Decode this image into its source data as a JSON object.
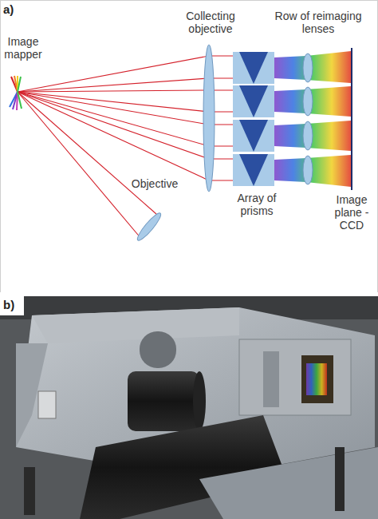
{
  "diagram": {
    "labels": [
      "a)",
      "Image mapper",
      "Collecting objective",
      "Row of reimaging lenses",
      "Array of prisms",
      "Image plane - CCD",
      "Objective",
      "b)"
    ]
  }
}
